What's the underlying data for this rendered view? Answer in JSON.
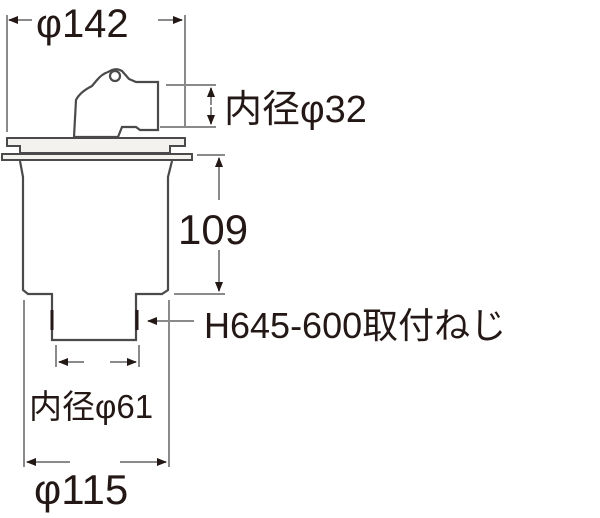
{
  "diagram": {
    "subject": "drain fitting dimension drawing",
    "colors": {
      "text": "#231815",
      "dimension_line": "#8a8a8a",
      "outline": "#4a4a4a",
      "flange_fill": "#f4f2ee"
    },
    "dimensions": {
      "top_diameter": "φ142",
      "outlet_inner_diameter": "内径φ32",
      "body_height": "109",
      "thread_note": "H645-600取付ねじ",
      "bottom_inner_diameter": "内径φ61",
      "bottom_diameter": "φ115"
    }
  }
}
